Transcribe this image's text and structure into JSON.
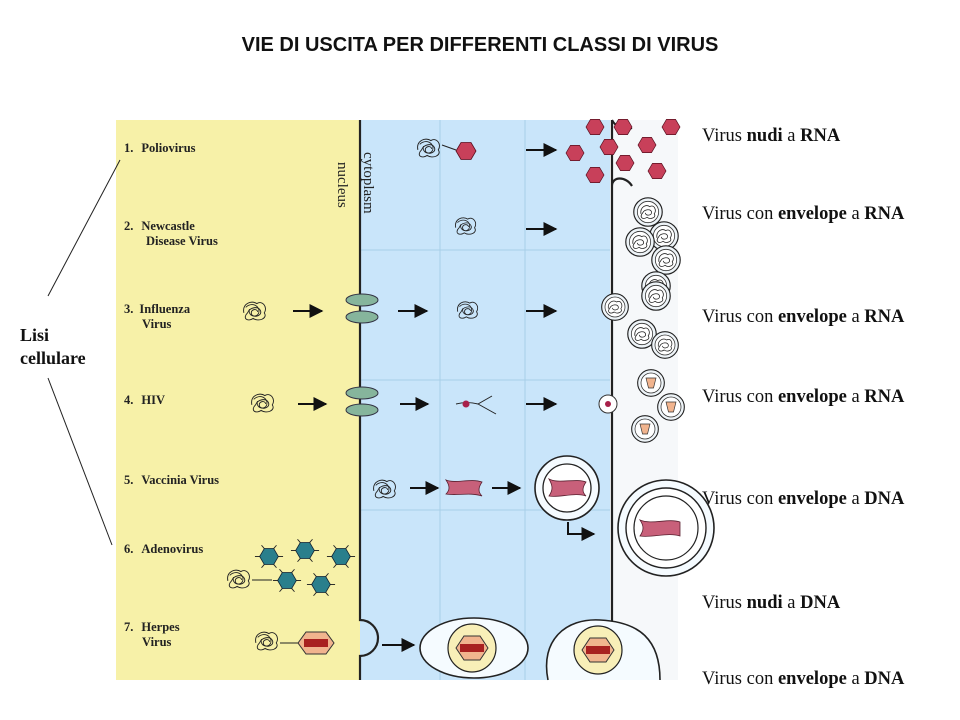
{
  "title": "VIE DI USCITA PER DIFFERENTI CLASSI DI VIRUS",
  "lisi": {
    "line1": "Lisi",
    "line2": "cellulare"
  },
  "compartments": {
    "nucleus": "nucleus",
    "cytoplasm": "cytoplasm"
  },
  "colors": {
    "nucleus_bg": "#f7f1a8",
    "cytoplasm_bg": "#c9e5fa",
    "extracellular_bg": "#f6f8fa",
    "naked_capsid": "#c8405a",
    "adeno_capsid": "#2a7f8c",
    "nuclear_pore": "#86b59c",
    "vaccinia_core": "#c8607a"
  },
  "viruses": [
    {
      "num": "1.",
      "name": [
        "Poliovirus"
      ],
      "pre": "Virus",
      "bold1": "nudi",
      "mid": "a",
      "bold2": "RNA"
    },
    {
      "num": "2.",
      "name": [
        "Newcastle",
        "Disease Virus"
      ],
      "pre": "Virus con",
      "bold1": "envelope",
      "mid": "a",
      "bold2": "RNA"
    },
    {
      "num": "3.",
      "name": [
        "Influenza",
        "Virus"
      ],
      "pre": "Virus con",
      "bold1": "envelope",
      "mid": "a",
      "bold2": "RNA"
    },
    {
      "num": "4.",
      "name": [
        "HIV"
      ],
      "pre": "Virus con",
      "bold1": "envelope",
      "mid": "a",
      "bold2": "RNA"
    },
    {
      "num": "5.",
      "name": [
        "Vaccinia Virus"
      ],
      "pre": "Virus con",
      "bold1": "envelope",
      "mid": "a",
      "bold2": "DNA"
    },
    {
      "num": "6.",
      "name": [
        "Adenovirus"
      ],
      "pre": "Virus",
      "bold1": "nudi",
      "mid": "a",
      "bold2": "DNA"
    },
    {
      "num": "7.",
      "name": [
        "Herpes",
        "Virus"
      ],
      "pre": "Virus con",
      "bold1": "envelope",
      "mid": "a",
      "bold2": "DNA"
    }
  ]
}
